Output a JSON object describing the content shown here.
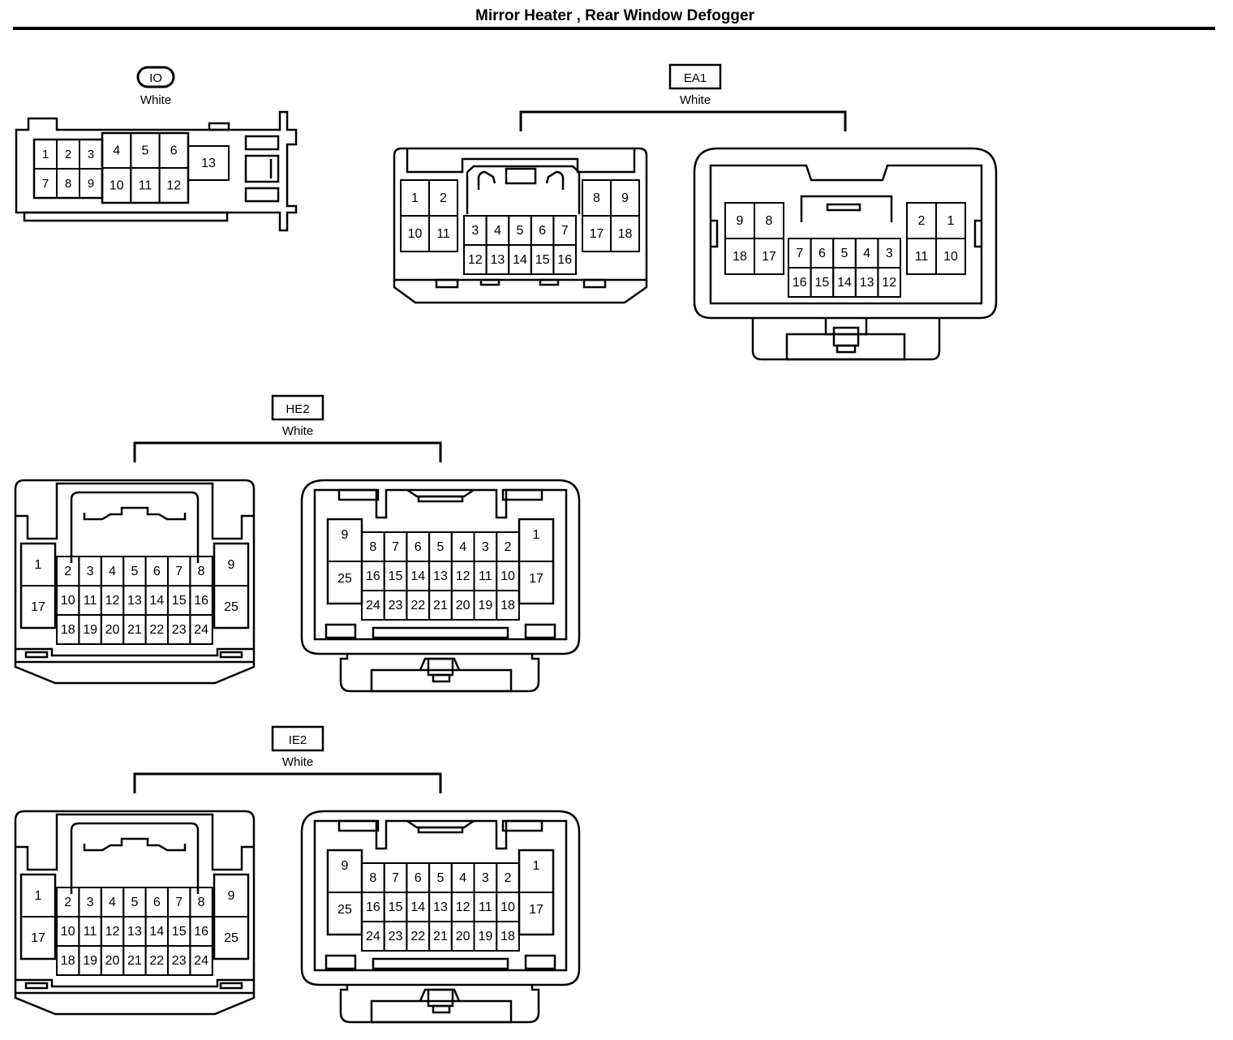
{
  "title": "Mirror Heater , Rear Window Defogger",
  "connectors": {
    "io": {
      "code": "IO",
      "color": "White"
    },
    "ea1": {
      "code": "EA1",
      "color": "White"
    },
    "he2": {
      "code": "HE2",
      "color": "White"
    },
    "ie2": {
      "code": "IE2",
      "color": "White"
    }
  },
  "pins": {
    "io": {
      "left": [
        [
          "1",
          "2",
          "3"
        ],
        [
          "7",
          "8",
          "9"
        ]
      ],
      "mid": [
        [
          "4",
          "5",
          "6"
        ],
        [
          "10",
          "11",
          "12"
        ]
      ],
      "side": "13"
    },
    "ea1_male": {
      "left": [
        [
          "1",
          "2"
        ],
        [
          "10",
          "11"
        ]
      ],
      "center": [
        [
          "3",
          "4",
          "5",
          "6",
          "7"
        ],
        [
          "12",
          "13",
          "14",
          "15",
          "16"
        ]
      ],
      "right": [
        [
          "8",
          "9"
        ],
        [
          "17",
          "18"
        ]
      ]
    },
    "ea1_female": {
      "left": [
        [
          "9",
          "8"
        ],
        [
          "18",
          "17"
        ]
      ],
      "center": [
        [
          "7",
          "6",
          "5",
          "4",
          "3"
        ],
        [
          "16",
          "15",
          "14",
          "13",
          "12"
        ]
      ],
      "right": [
        [
          "2",
          "1"
        ],
        [
          "11",
          "10"
        ]
      ]
    },
    "e2_male": {
      "left": [
        "1",
        "17"
      ],
      "grid": [
        [
          "2",
          "3",
          "4",
          "5",
          "6",
          "7",
          "8"
        ],
        [
          "10",
          "11",
          "12",
          "13",
          "14",
          "15",
          "16"
        ],
        [
          "18",
          "19",
          "20",
          "21",
          "22",
          "23",
          "24"
        ]
      ],
      "right": [
        "9",
        "25"
      ]
    },
    "e2_female": {
      "left": [
        "9",
        "25"
      ],
      "grid": [
        [
          "8",
          "7",
          "6",
          "5",
          "4",
          "3",
          "2"
        ],
        [
          "16",
          "15",
          "14",
          "13",
          "12",
          "11",
          "10"
        ],
        [
          "24",
          "23",
          "22",
          "21",
          "20",
          "19",
          "18"
        ]
      ],
      "right": [
        "1",
        "17"
      ]
    }
  }
}
